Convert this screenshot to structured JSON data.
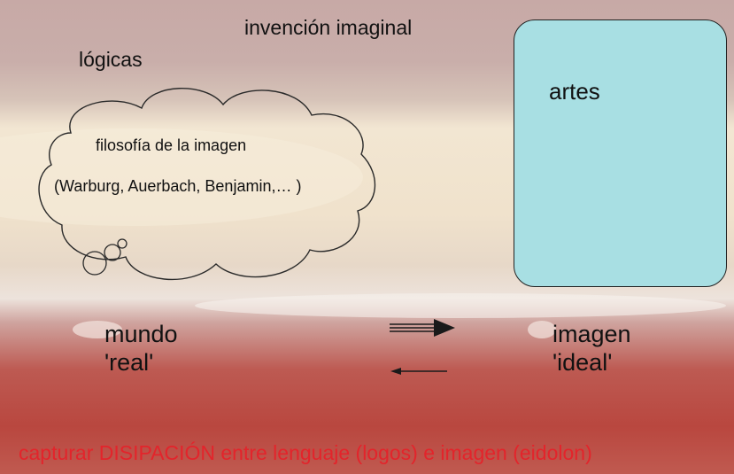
{
  "labels": {
    "invencion": "invención imaginal",
    "logicas": "lógicas",
    "cloud_title": "filosofía de la imagen",
    "cloud_authors": "(Warburg, Auerbach, Benjamin,… )",
    "artes": "artes",
    "mundo_line1": "mundo",
    "mundo_line2": "'real'",
    "imagen_line1": "imagen",
    "imagen_line2": "'ideal'",
    "caption": "capturar DISIPACIÓN entre lenguaje (logos) e imagen (eidolon)"
  },
  "colors": {
    "caption": "#e3242b",
    "artes_box": "#a8dfe3",
    "background_red": "#b9473f",
    "background_cream": "#f2e6d2"
  }
}
